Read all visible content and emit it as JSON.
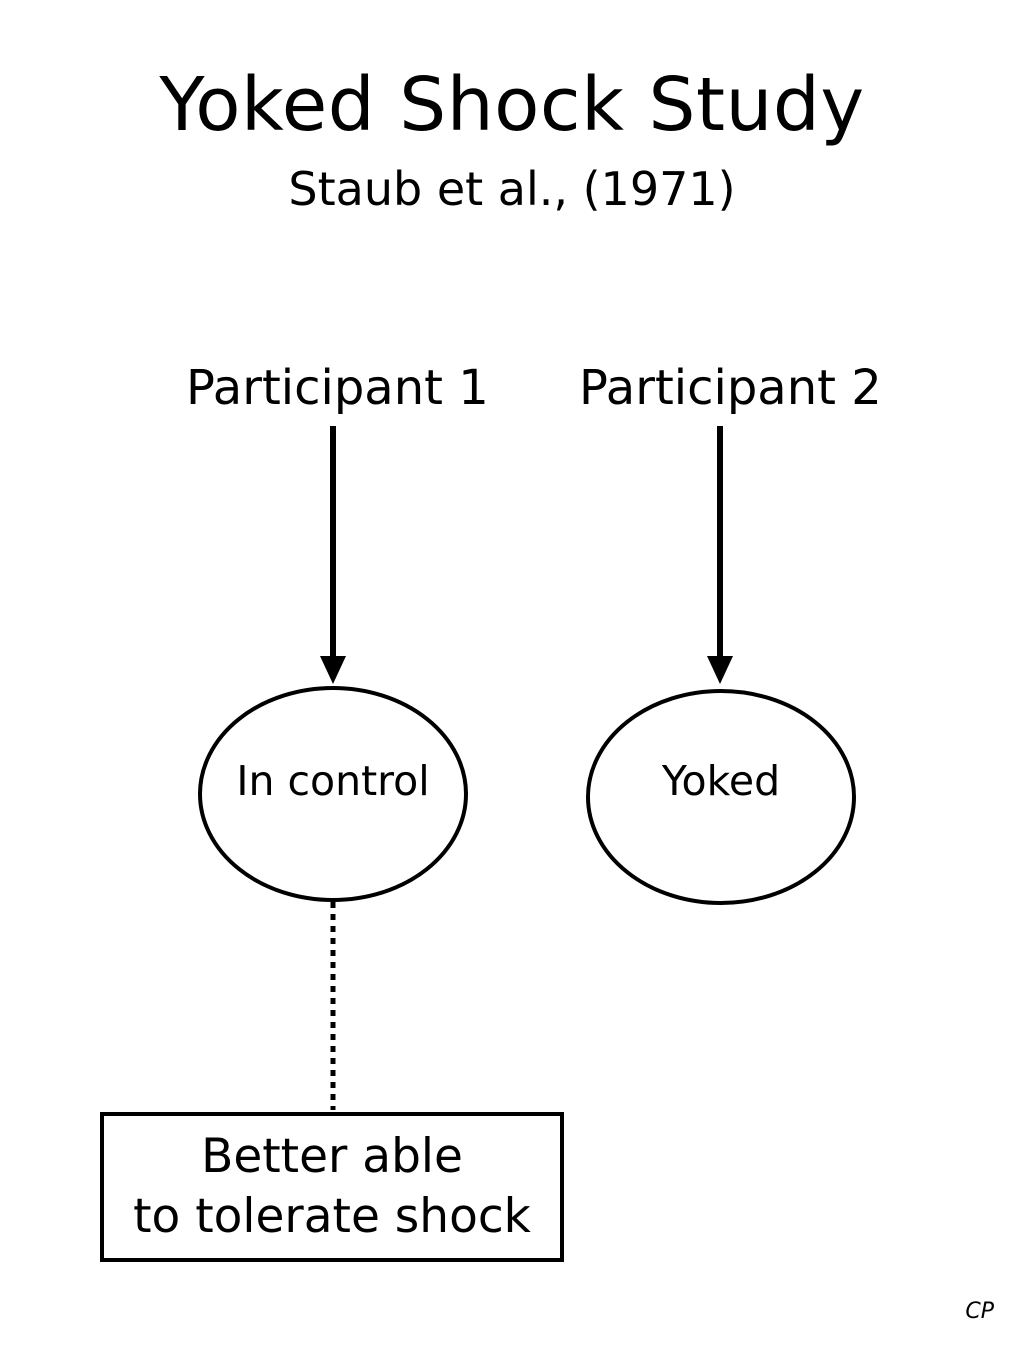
{
  "title": "Yoked Shock Study",
  "subtitle": "Staub et al., (1971)",
  "participants": [
    {
      "label": "Participant 1",
      "condition": "In control"
    },
    {
      "label": "Participant 2",
      "condition": "Yoked"
    }
  ],
  "outcome": {
    "line1": "Better able",
    "line2": "to tolerate shock"
  },
  "credit": "CP",
  "colors": {
    "ink": "#000000",
    "background": "#ffffff"
  }
}
